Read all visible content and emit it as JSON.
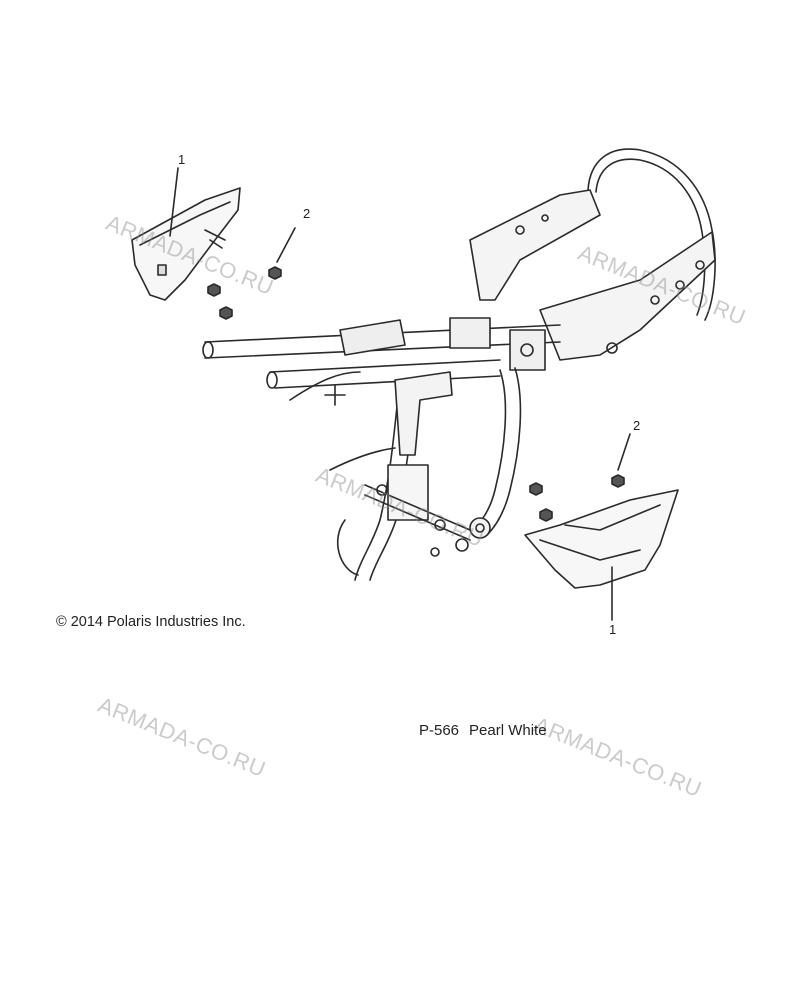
{
  "callouts": [
    {
      "id": "1",
      "label": "1"
    },
    {
      "id": "2",
      "label": "2"
    }
  ],
  "watermark": "ARMADA-CO.RU",
  "copyright": "© 2014 Polaris Industries Inc.",
  "diagram_code": "P-566",
  "color_name": "Pearl White",
  "colors": {
    "line": "#2a2a2a",
    "watermark": "#8c8c8c",
    "background": "#ffffff"
  }
}
